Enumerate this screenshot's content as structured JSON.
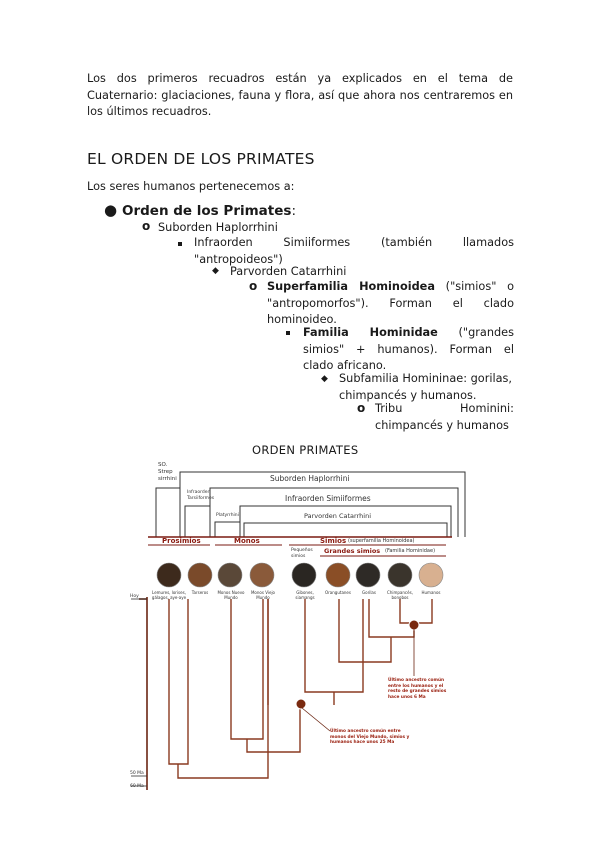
{
  "intro": "Los dos primeros recuadros están ya explicados en el tema de Cuaternario: glaciaciones, fauna y flora, así que ahora nos centraremos en los últimos recuadros.",
  "section_title": "EL ORDEN DE LOS PRIMATES",
  "lead": "Los seres humanos pertenecemos a:",
  "taxonomy": {
    "orden": "Orden de los Primates",
    "orden_colon": ":",
    "suborden": "Suborden Haplorrhini",
    "infraorden": "Infraorden Simiiformes (también llamados \"antropoideos\")",
    "parvorden": "Parvorden Catarrhini",
    "superfamilia_name": "Superfamilia Hominoidea",
    "superfamilia_rest": " (\"simios\" o \"antropomorfos\"). Forman el clado hominoideo.",
    "familia_name": "Familia Hominidae",
    "familia_rest": " (\"grandes simios\" + humanos). Forman el clado africano.",
    "subfamilia": "Subfamilia Homininae: gorilas, chimpancés y humanos.",
    "tribu": "Tribu Hominini: chimpancés y humanos",
    "markers": {
      "level1": "●",
      "level2": "o",
      "level4": "◆"
    }
  },
  "figure": {
    "title": "ORDEN PRIMATES",
    "suborden_strep": "SO. Strep sirrhini",
    "suborden_hap": "Suborden Haplorrhini",
    "infra_tarsi": "Infraorden Tarsiiformes",
    "infraorden": "Infraorden Simiiformes",
    "parv_platyrrhini": "Platyrrhini",
    "parvorden": "Parvorden Catarrhini",
    "groups": {
      "prosimios": "Prosimios",
      "monos": "Monos",
      "simios": "Simios",
      "simios_note": "(superfamilia Hominoidea)"
    },
    "pequenos": "Pequeños simios",
    "grandes": "Grandes simios",
    "grandes_note": "(Familia Hominidae)",
    "animals": [
      "Lemures, lorises, gálagos, aye-aye",
      "Tarseros",
      "Monos Nuevo Mundo",
      "Monos Viejo Mundo",
      "Gibones, siamangs",
      "Orangutanes",
      "Gorilas",
      "Chimpancés, bonobos",
      "Humanos"
    ],
    "axis_top": "Hoy",
    "axis_mid": "50 Ma",
    "axis_bottom": "60 Ma",
    "note_humans": "Último ancestro común entre los humanos y el resto de grandes simios hace unos 6 Ma",
    "note_common": "Último ancestro común entre monos del Viejo Mundo, simios y humanos hace unos 25 Ma"
  }
}
